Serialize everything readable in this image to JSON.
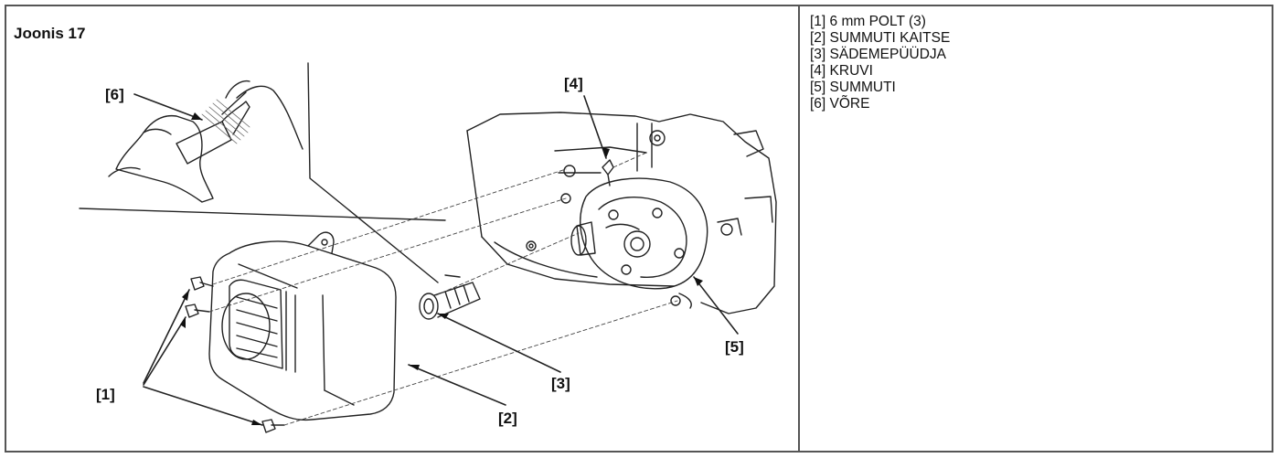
{
  "figure": {
    "title": "Joonis 17"
  },
  "callouts": [
    "[1]",
    "[2]",
    "[3]",
    "[4]",
    "[5]",
    "[6]"
  ],
  "legend": [
    "[1] 6 mm POLT (3)",
    "[2]  SUMMUTI KAITSE",
    "[3]  SÄDEMEPÜÜDJA",
    "[4]  KRUVI",
    "[5]  SUMMUTI",
    "[6]  VÕRE"
  ]
}
